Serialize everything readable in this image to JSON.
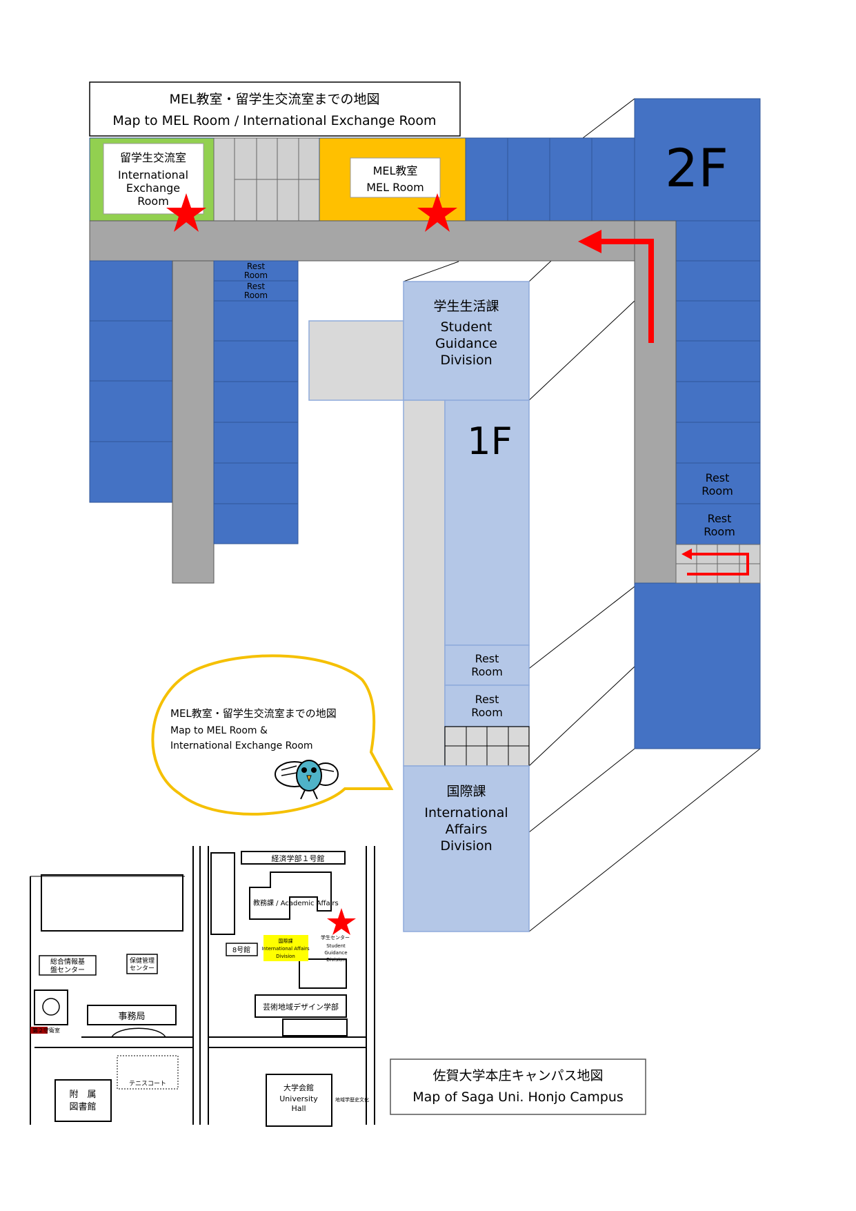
{
  "title": {
    "jp": "MEL教室・留学生交流室までの地図",
    "en": "Map to MEL Room / International Exchange Room"
  },
  "floor2": {
    "label": "2F",
    "intl_exchange": {
      "jp": "留学生交流室",
      "en1": "International",
      "en2": "Exchange",
      "en3": "Room"
    },
    "mel_room": {
      "jp": "MEL教室",
      "en": "MEL Room"
    },
    "rest_a1": "Rest",
    "rest_a2": "Room",
    "rest_b1": "Rest",
    "rest_b2": "Room",
    "rest_c1": "Rest",
    "rest_c2": "Room",
    "rest_d1": "Rest",
    "rest_d2": "Room"
  },
  "floor1": {
    "label": "1F",
    "student_guidance": {
      "jp": "学生生活課",
      "en1": "Student",
      "en2": "Guidance",
      "en3": "Division"
    },
    "rest_a1": "Rest",
    "rest_a2": "Room",
    "rest_b1": "Rest",
    "rest_b2": "Room",
    "intl_affairs": {
      "jp": "国際課",
      "en1": "International",
      "en2": "Affairs",
      "en3": "Division"
    }
  },
  "bubble": {
    "line1": "MEL教室・留学生交流室までの地図",
    "line2": "Map to MEL Room &",
    "line3": "International Exchange Room"
  },
  "campus": {
    "econ": "経済学部１号館",
    "academic": "教務課 / Academic Affairs",
    "bldg8": "8号館",
    "intl1": "国際課",
    "intl2": "International Affairs",
    "intl3": "Division",
    "sc": "学生センター",
    "sg1": "Student",
    "sg2": "Guidance",
    "sg3": "Division",
    "info1": "総合情報基",
    "info2": "盤センター",
    "health1": "保健管理",
    "health2": "センター",
    "admin": "事務局",
    "guard": "第２守衛室",
    "art": "芸術地域デザイン学部",
    "tennis": "テニスコート",
    "lib1": "附　属",
    "lib2": "図書館",
    "hall1": "大学会館",
    "hall2": "University",
    "hall3": "Hall",
    "history": "地域学歴史文化"
  },
  "campus_title": {
    "jp": "佐賀大学本庄キャンパス地図",
    "en": "Map of Saga Uni. Honjo Campus"
  },
  "colors": {
    "blue": "#4472c4",
    "light_blue": "#b4c7e7",
    "gray": "#a6a6a6",
    "light_gray": "#d9d9d9",
    "green": "#92d050",
    "gold": "#ffc000",
    "red": "#ff0000",
    "bubble": "#f5c000"
  }
}
